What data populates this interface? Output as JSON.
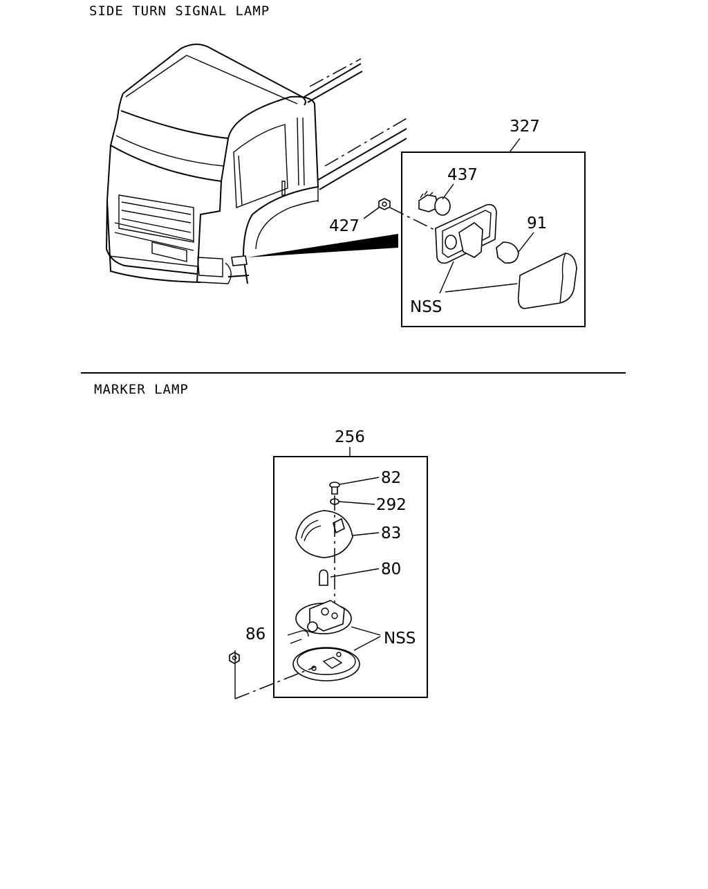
{
  "sections": {
    "side_turn_signal": {
      "title": "SIDE TURN SIGNAL LAMP",
      "callouts": {
        "assembly": "327",
        "socket": "437",
        "nut": "427",
        "bulb": "91",
        "nss": "NSS"
      }
    },
    "marker_lamp": {
      "title": "MARKER LAMP",
      "callouts": {
        "assembly": "256",
        "screw": "82",
        "washer": "292",
        "lens": "83",
        "bulb": "80",
        "nut": "86",
        "nss": "NSS"
      }
    }
  }
}
